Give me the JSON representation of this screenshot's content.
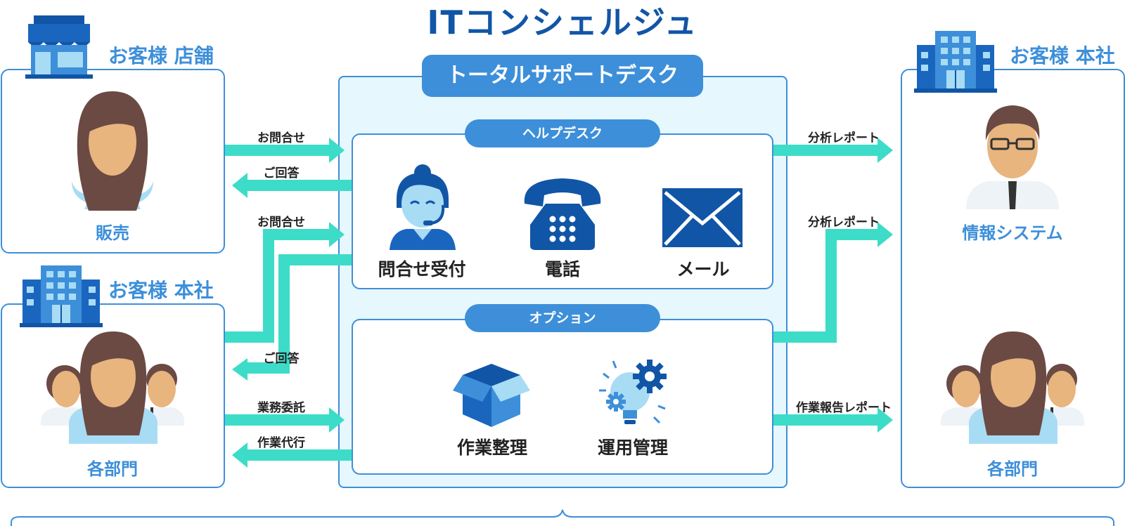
{
  "title": "ITコンシェルジュ",
  "customers": {
    "store_label": "お客様 店舗",
    "hq_left_label": "お客様 本社",
    "hq_right_label": "お客様 本社"
  },
  "people": {
    "sales": "販売",
    "departments_left": "各部門",
    "info_system": "情報システム",
    "departments_right": "各部門"
  },
  "center": {
    "title": "トータルサポートデスク",
    "helpdesk": {
      "title": "ヘルプデスク",
      "items": [
        "問合せ受付",
        "電話",
        "メール"
      ]
    },
    "option": {
      "title": "オプション",
      "items": [
        "作業整理",
        "運用管理"
      ]
    }
  },
  "arrows": {
    "store_inquiry": "お問合せ",
    "store_answer": "ご回答",
    "hq_inquiry": "お問合せ",
    "hq_answer": "ご回答",
    "outsourcing": "業務委託",
    "proxy_work": "作業代行",
    "report_1": "分析レポート",
    "report_2": "分析レポート",
    "work_report": "作業報告レポート"
  },
  "colors": {
    "brand_blue": "#1155a6",
    "accent_blue": "#3d8fd9",
    "arrow_teal": "#3ddcc8",
    "center_bg": "#e6f7fd"
  },
  "icons": [
    "store-icon",
    "building-icon",
    "woman-avatar-icon",
    "group-avatar-icon",
    "businessman-avatar-icon",
    "operator-icon",
    "telephone-icon",
    "mail-icon",
    "box-icon",
    "gear-bulb-icon"
  ]
}
